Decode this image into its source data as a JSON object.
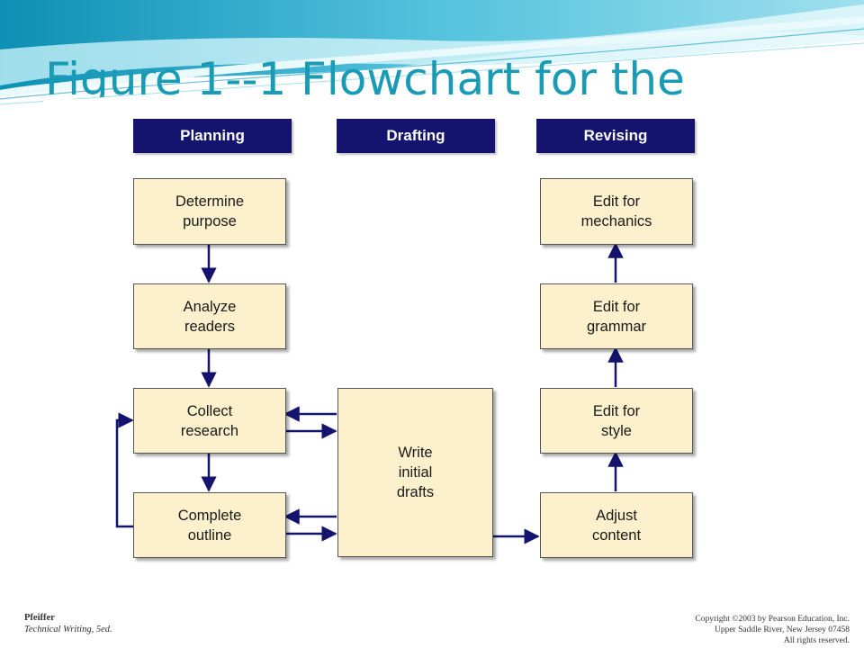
{
  "slide": {
    "title": "Figure 1--1    Flowchart for the"
  },
  "diagram": {
    "columns": [
      {
        "id": "planning",
        "label": "Planning"
      },
      {
        "id": "drafting",
        "label": "Drafting"
      },
      {
        "id": "revising",
        "label": "Revising"
      }
    ],
    "nodes": {
      "determine_purpose": "Determine\npurpose",
      "analyze_readers": "Analyze\nreaders",
      "collect_research": "Collect\nresearch",
      "complete_outline": "Complete\noutline",
      "write_initial_drafts": "Write\ninitial\ndrafts",
      "edit_mechanics": "Edit for\nmechanics",
      "edit_grammar": "Edit for\ngrammar",
      "edit_style": "Edit for\nstyle",
      "adjust_content": "Adjust\ncontent"
    },
    "edges": [
      {
        "from": "determine_purpose",
        "to": "analyze_readers"
      },
      {
        "from": "analyze_readers",
        "to": "collect_research"
      },
      {
        "from": "collect_research",
        "to": "complete_outline"
      },
      {
        "from": "complete_outline",
        "to": "collect_research"
      },
      {
        "from": "write_initial_drafts",
        "to": "collect_research"
      },
      {
        "from": "collect_research",
        "to": "write_initial_drafts"
      },
      {
        "from": "write_initial_drafts",
        "to": "complete_outline"
      },
      {
        "from": "complete_outline",
        "to": "write_initial_drafts"
      },
      {
        "from": "write_initial_drafts",
        "to": "adjust_content"
      },
      {
        "from": "adjust_content",
        "to": "edit_style"
      },
      {
        "from": "edit_style",
        "to": "edit_grammar"
      },
      {
        "from": "edit_grammar",
        "to": "edit_mechanics"
      }
    ],
    "colors": {
      "header_bg": "#14146e",
      "box_fill": "#fdf0cc",
      "arrow": "#14146e",
      "title": "#1a9bb5"
    }
  },
  "footer": {
    "author": "Pfeiffer",
    "book": "Technical Writing, 5ed.",
    "copyright_lines": [
      "Copyright ©2003 by Pearson Education, Inc.",
      "Upper Saddle River, New Jersey 07458",
      "All rights reserved."
    ]
  }
}
